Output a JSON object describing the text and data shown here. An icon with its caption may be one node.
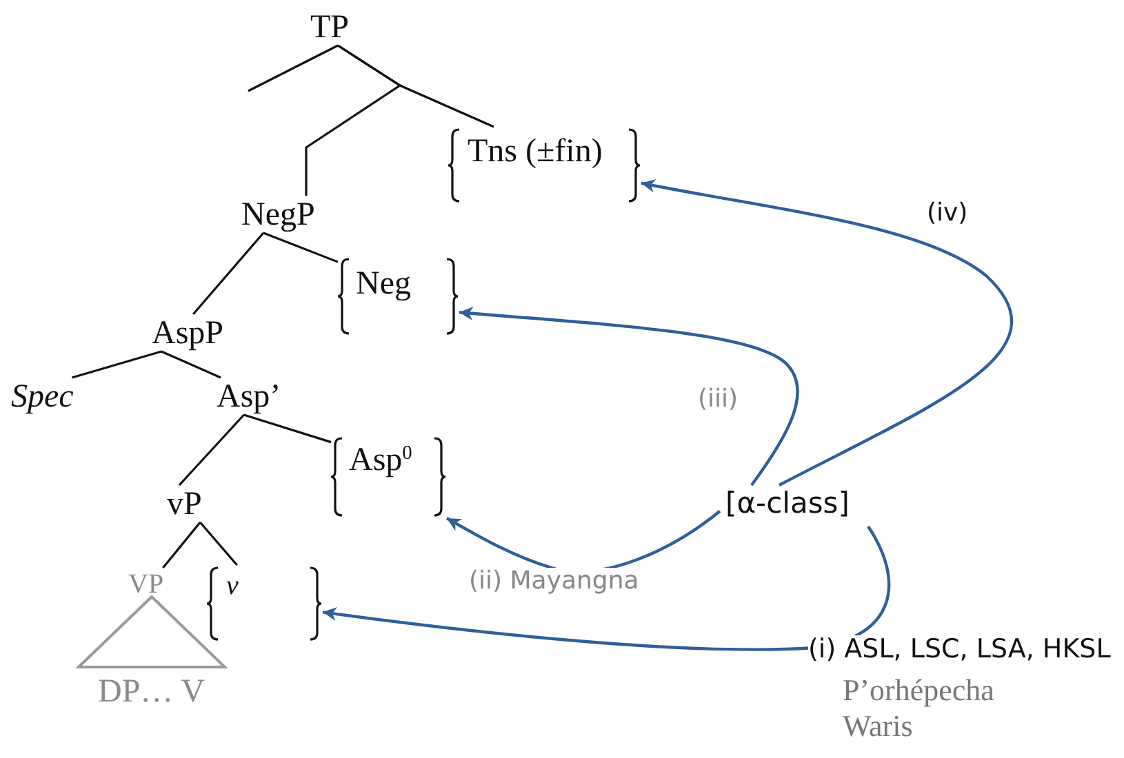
{
  "diagram": {
    "nodes": [
      {
        "text": [
          "TP"
        ]
      },
      {
        "text": [
          "NegP"
        ]
      },
      {
        "text": [
          "Tns (±fin)"
        ]
      },
      {
        "text": [
          "AspP"
        ]
      },
      {
        "text": [
          "Neg"
        ]
      },
      {
        "text": [
          "Spec"
        ]
      },
      {
        "text": [
          "Asp’"
        ]
      },
      {
        "text": [
          "vP"
        ]
      },
      {
        "text": [
          "Asp$^{0}$"
        ]
      },
      {
        "text": [
          "VP"
        ]
      },
      {
        "text": [
          "v"
        ]
      },
      {
        "text": [
          "DP… V"
        ]
      },
      {
        "text": [
          "[α-class]"
        ]
      }
    ],
    "edges": [
      {
        "from": 0,
        "to": null,
        "arrow": "none"
      },
      {
        "from": 0,
        "to": 1,
        "arrow": "none"
      },
      {
        "from": 0,
        "to": 2,
        "arrow": "none"
      },
      {
        "from": 1,
        "to": 3,
        "arrow": "none"
      },
      {
        "from": 1,
        "to": 4,
        "arrow": "none"
      },
      {
        "from": 3,
        "to": 5,
        "arrow": "none"
      },
      {
        "from": 3,
        "to": 6,
        "arrow": "none"
      },
      {
        "from": 6,
        "to": 7,
        "arrow": "none"
      },
      {
        "from": 6,
        "to": 8,
        "arrow": "none"
      },
      {
        "from": 7,
        "to": 9,
        "arrow": "none"
      },
      {
        "from": 7,
        "to": 10,
        "arrow": "none"
      },
      {
        "from": 12,
        "to": 10,
        "arrow": "to",
        "label": "(i) ASL, LSC, LSA, HKSL",
        "color": "#2e5f9a"
      },
      {
        "from": 12,
        "to": 8,
        "arrow": "to",
        "label": "(ii) Mayangna",
        "color": "#2e5f9a"
      },
      {
        "from": 12,
        "to": 4,
        "arrow": "to",
        "label": "(iii)",
        "color": "#2e5f9a"
      },
      {
        "from": 12,
        "to": 2,
        "arrow": "to",
        "label": "(iv)",
        "color": "#2e5f9a"
      }
    ],
    "labels": [
      "P’orhépecha",
      "Waris"
    ]
  }
}
